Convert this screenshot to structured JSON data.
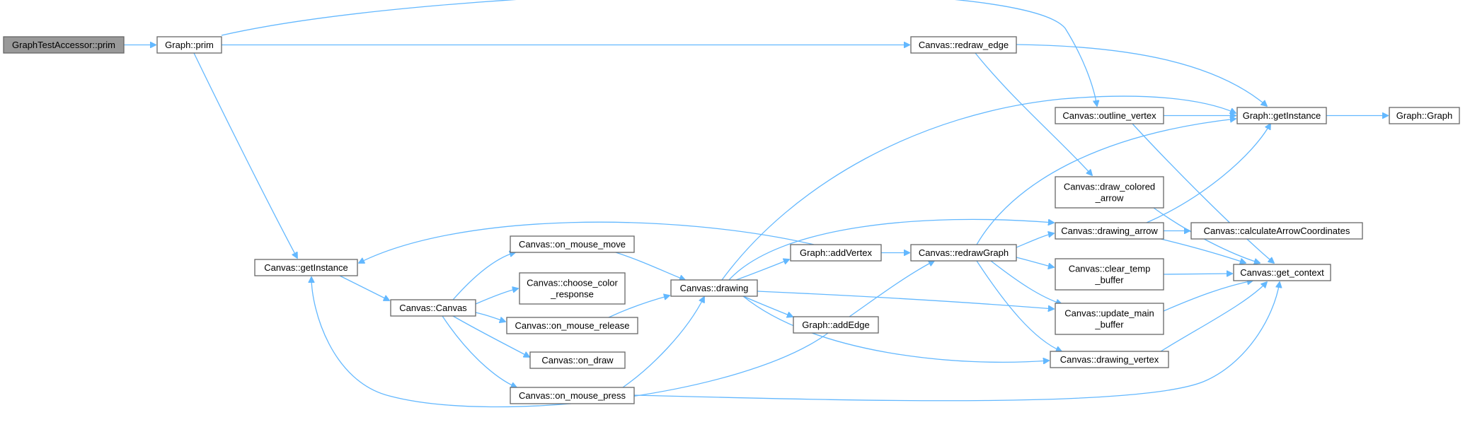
{
  "colors": {
    "edge": "#63b8ff",
    "root_fill": "#999999",
    "node_border": "#666666"
  },
  "nodes": {
    "gta_prim": {
      "lines": [
        "GraphTestAccessor::prim"
      ],
      "root": true
    },
    "graph_prim": {
      "lines": [
        "Graph::prim"
      ]
    },
    "redraw_edge": {
      "lines": [
        "Canvas::redraw_edge"
      ]
    },
    "outline_vertex": {
      "lines": [
        "Canvas::outline_vertex"
      ]
    },
    "graph_getinstance": {
      "lines": [
        "Graph::getInstance"
      ]
    },
    "graph_graph": {
      "lines": [
        "Graph::Graph"
      ]
    },
    "draw_colored_arrow": {
      "lines": [
        "Canvas::draw_colored",
        "_arrow"
      ]
    },
    "drawing_arrow": {
      "lines": [
        "Canvas::drawing_arrow"
      ]
    },
    "calc_arrow": {
      "lines": [
        "Canvas::calculateArrowCoordinates"
      ]
    },
    "canvas_getinstance": {
      "lines": [
        "Canvas::getInstance"
      ]
    },
    "on_mouse_move": {
      "lines": [
        "Canvas::on_mouse_move"
      ]
    },
    "graph_addvertex": {
      "lines": [
        "Graph::addVertex"
      ]
    },
    "redrawgraph": {
      "lines": [
        "Canvas::redrawGraph"
      ]
    },
    "get_context": {
      "lines": [
        "Canvas::get_context"
      ]
    },
    "choose_color": {
      "lines": [
        "Canvas::choose_color",
        "_response"
      ]
    },
    "clear_temp": {
      "lines": [
        "Canvas::clear_temp",
        "_buffer"
      ]
    },
    "drawing": {
      "lines": [
        "Canvas::drawing"
      ]
    },
    "canvas_canvas": {
      "lines": [
        "Canvas::Canvas"
      ]
    },
    "on_mouse_release": {
      "lines": [
        "Canvas::on_mouse_release"
      ]
    },
    "graph_addedge": {
      "lines": [
        "Graph::addEdge"
      ]
    },
    "update_main": {
      "lines": [
        "Canvas::update_main",
        "_buffer"
      ]
    },
    "on_draw": {
      "lines": [
        "Canvas::on_draw"
      ]
    },
    "drawing_vertex": {
      "lines": [
        "Canvas::drawing_vertex"
      ]
    },
    "on_mouse_press": {
      "lines": [
        "Canvas::on_mouse_press"
      ]
    }
  }
}
